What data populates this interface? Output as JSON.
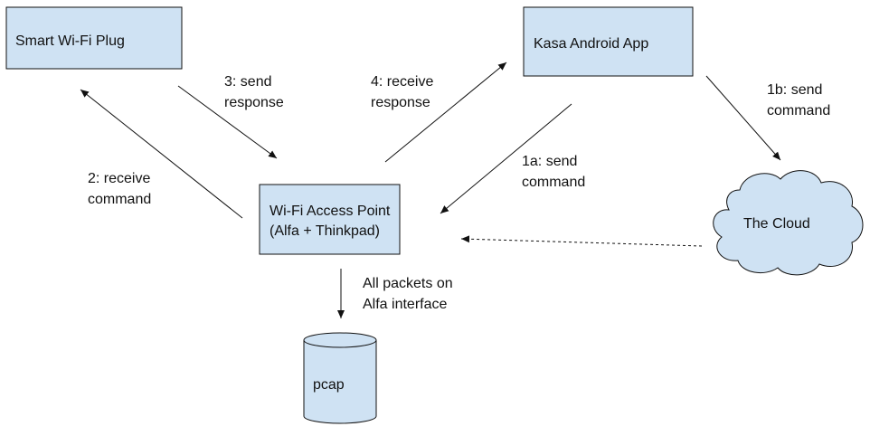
{
  "nodes": {
    "smart_plug": "Smart Wi-Fi Plug",
    "kasa_app": "Kasa Android App",
    "access_point": [
      "Wi-Fi Access Point",
      "(Alfa + Thinkpad)"
    ],
    "cloud": "The Cloud",
    "pcap": "pcap"
  },
  "edges": {
    "step_1a": [
      "1a: send",
      "command"
    ],
    "step_1b": [
      "1b: send",
      "command"
    ],
    "step_2": [
      "2: receive",
      "command"
    ],
    "step_3": [
      "3: send",
      "response"
    ],
    "step_4": [
      "4: receive",
      "response"
    ],
    "capture": [
      "All packets on",
      "Alfa interface"
    ]
  },
  "colors": {
    "node_fill": "#cfe2f3",
    "stroke": "#111111"
  }
}
